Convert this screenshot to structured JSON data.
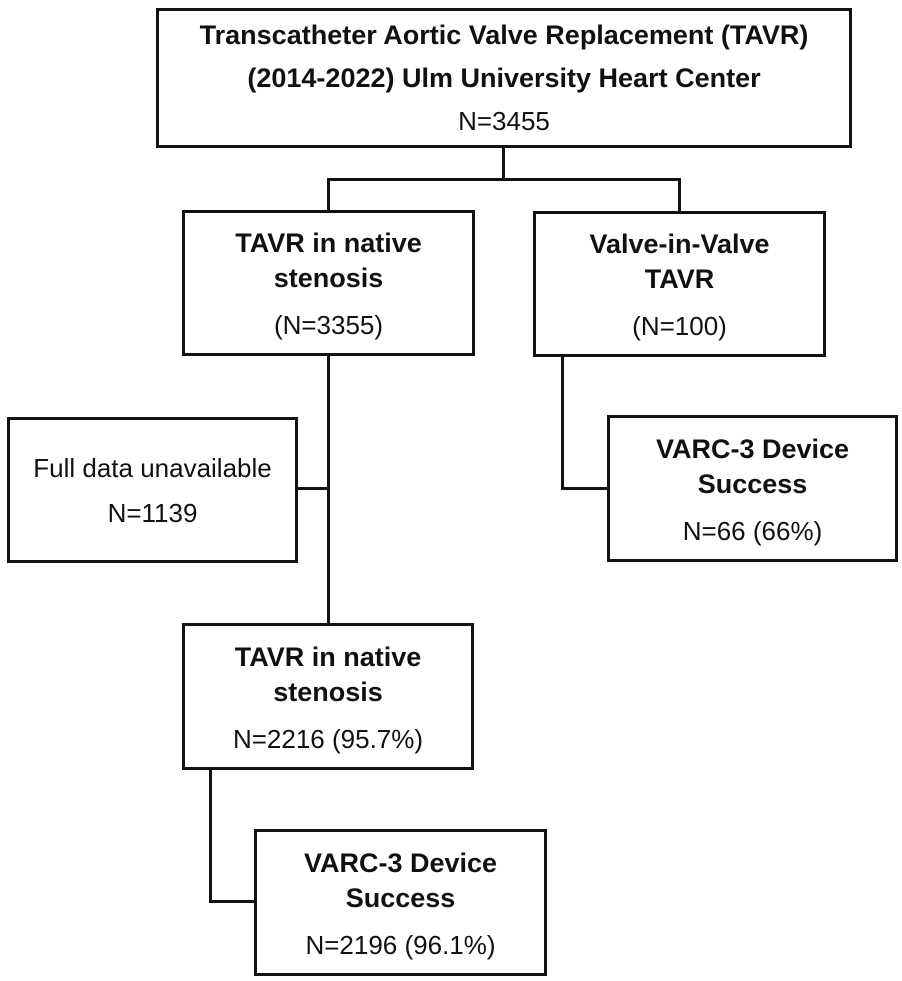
{
  "diagram": {
    "description": "TAVR cohort flowchart",
    "colors": {
      "line": "#111111",
      "text": "#111111",
      "background": "#ffffff"
    },
    "boxes": {
      "root": {
        "title_line1": "Transcatheter Aortic Valve Replacement (TAVR)",
        "title_line2": "(2014-2022) Ulm University Heart Center",
        "n": "N=3455"
      },
      "native_stenosis": {
        "title": "TAVR in native stenosis",
        "n": "(N=3355)"
      },
      "valve_in_valve": {
        "title": "Valve-in-Valve TAVR",
        "n": "(N=100)"
      },
      "full_data_unavailable": {
        "title": "Full data unavailable",
        "n": "N=1139"
      },
      "varc3_success_viv": {
        "title": "VARC-3 Device Success",
        "n": "N=66 (66%)"
      },
      "native_stenosis_final": {
        "title": "TAVR in native stenosis",
        "n": "N=2216 (95.7%)"
      },
      "varc3_success_native": {
        "title": "VARC-3 Device Success",
        "n": "N=2196 (96.1%)"
      }
    }
  }
}
